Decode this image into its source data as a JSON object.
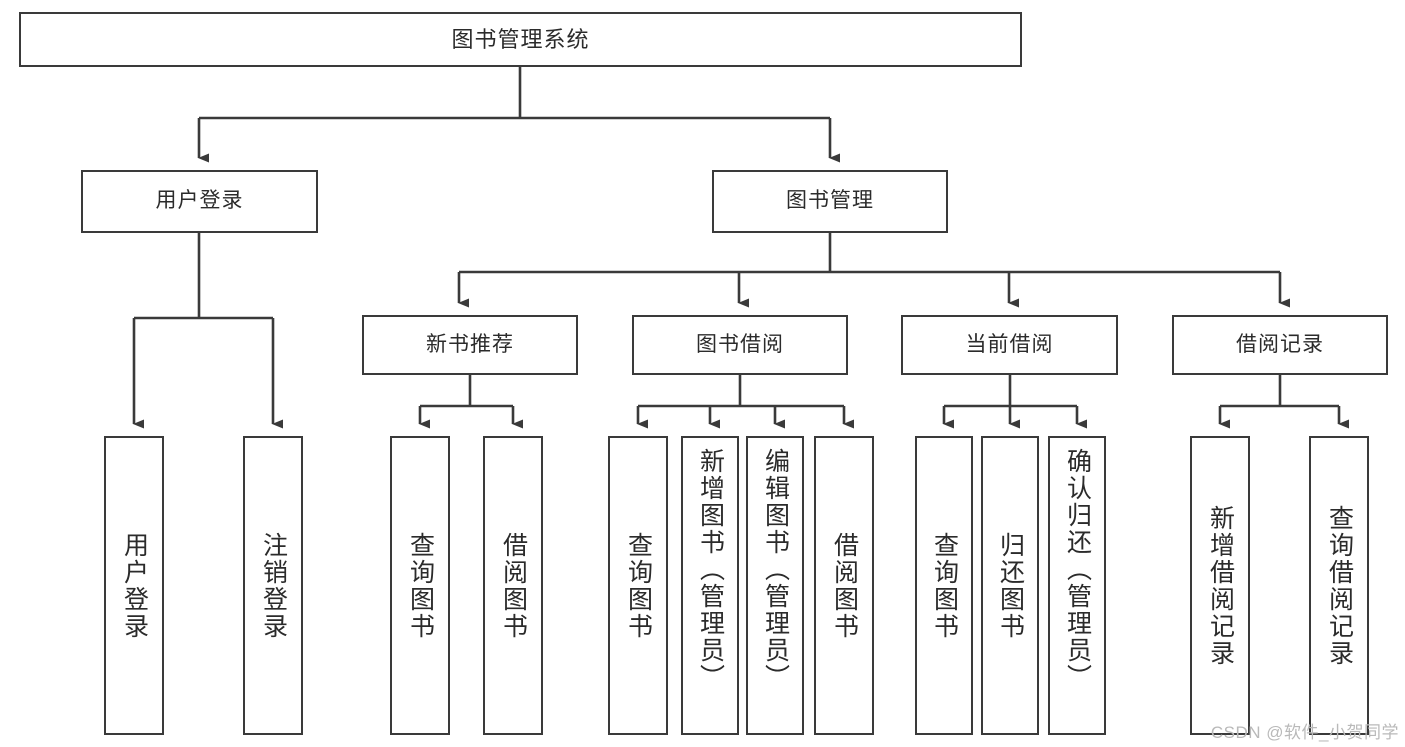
{
  "diagram": {
    "title_text": "图书管理系统",
    "type": "tree-hierarchy-chart",
    "watermark": "CSDN @软件_小贺同学",
    "colors": {
      "box_border": "#3a3a3a",
      "box_fill": "#ffffff",
      "edge": "#3a3a3a",
      "text": "#2b2b2b",
      "watermark": "#b9b9b9"
    },
    "root": {
      "label": "图书管理系统"
    },
    "level2": [
      {
        "label": "用户登录"
      },
      {
        "label": "图书管理"
      }
    ],
    "level3": [
      {
        "label": "新书推荐"
      },
      {
        "label": "图书借阅"
      },
      {
        "label": "当前借阅"
      },
      {
        "label": "借阅记录"
      }
    ],
    "leaves": {
      "user_login": [
        {
          "label": "用户登录"
        },
        {
          "label": "注销登录"
        }
      ],
      "new_book_recommend": [
        {
          "label": "查询图书"
        },
        {
          "label": "借阅图书"
        }
      ],
      "book_borrow": [
        {
          "label": "查询图书"
        },
        {
          "label": "新增图书（管理员）"
        },
        {
          "label": "编辑图书（管理员）"
        },
        {
          "label": "借阅图书"
        }
      ],
      "current_borrow": [
        {
          "label": "查询图书"
        },
        {
          "label": "归还图书"
        },
        {
          "label": "确认归还（管理员）"
        }
      ],
      "borrow_record": [
        {
          "label": "新增借阅记录"
        },
        {
          "label": "查询借阅记录"
        }
      ]
    }
  }
}
